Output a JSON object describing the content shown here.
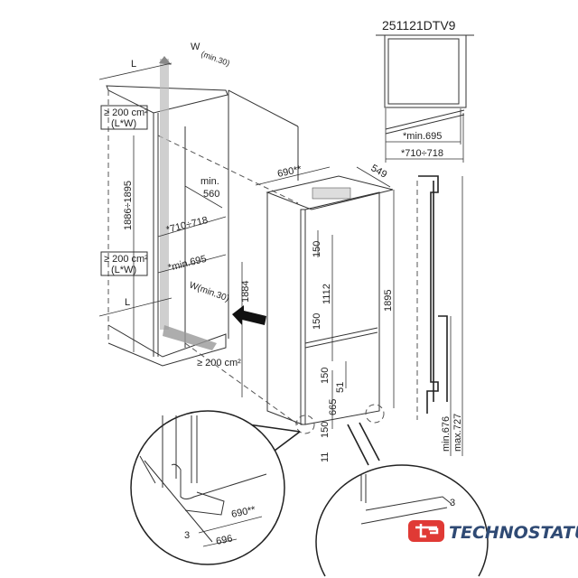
{
  "model_code": "251121DTV9",
  "top_view": {
    "min_depth": "*min.695",
    "depth_range": "*710÷718"
  },
  "niche": {
    "top_vent": {
      "length": "L",
      "width": "W",
      "width_min": "(min.30)",
      "area": "≥ 200 cm²",
      "area_formula": "(L*W)"
    },
    "height_range": "1886÷1895",
    "min_width_label": "min.",
    "min_width": "560",
    "depth_range": "*710÷718",
    "min_depth": "*min.695",
    "bottom_vent": {
      "length": "L",
      "width_min": "W(min.30)",
      "area": "≥ 200 cm²",
      "area_formula": "(L*W)"
    },
    "plinth_vent_area": "≥ 200 cm²",
    "door_height": "1884"
  },
  "appliance": {
    "depth": "690**",
    "width": "549",
    "height": "1895",
    "dims": [
      "150",
      "1112",
      "150",
      "150",
      "51",
      "665",
      "150",
      "11"
    ]
  },
  "door_rail": {
    "min": "min.676",
    "max": "max.727"
  },
  "detail_left": {
    "gap": "3",
    "depth": "690**",
    "total": "696"
  },
  "detail_right": {
    "gap": "3"
  },
  "logo": {
    "text": "TECHNOSTATUS",
    "mark": "ts",
    "red": "#e03a35",
    "blue": "#2f4a74"
  }
}
